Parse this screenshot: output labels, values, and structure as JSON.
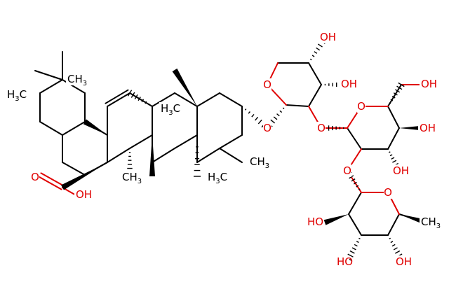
{
  "molecule": {
    "colors": {
      "carbon": "#000000",
      "oxygen": "#e00000",
      "background": "#ffffff"
    },
    "labels": [
      {
        "id": "ch3-top",
        "text": "CH",
        "sub": "3",
        "element": "C"
      },
      {
        "id": "h3c-left",
        "pre": "H",
        "presub": "3",
        "text": "C",
        "element": "C"
      },
      {
        "id": "h3c-mid",
        "pre": "H",
        "presub": "3",
        "text": "C",
        "element": "C"
      },
      {
        "id": "ch3-right",
        "text": "CH",
        "sub": "3",
        "element": "C"
      },
      {
        "id": "ch3-low",
        "text": "CH",
        "sub": "3",
        "element": "C"
      },
      {
        "id": "h3c-low",
        "pre": "H",
        "presub": "3",
        "text": "C",
        "element": "C"
      },
      {
        "id": "o-carbonyl",
        "text": "O",
        "element": "O"
      },
      {
        "id": "oh-acid",
        "text": "OH",
        "element": "O"
      },
      {
        "id": "o-link1",
        "text": "O",
        "element": "O"
      },
      {
        "id": "o-ring1",
        "text": "O",
        "element": "O"
      },
      {
        "id": "oh-top",
        "text": "OH",
        "element": "O"
      },
      {
        "id": "oh-ring1",
        "text": "OH",
        "element": "O"
      },
      {
        "id": "o-link2",
        "text": "O",
        "element": "O"
      },
      {
        "id": "o-ring2",
        "text": "O",
        "element": "O"
      },
      {
        "id": "oh-ch2",
        "text": "OH",
        "element": "O"
      },
      {
        "id": "oh-r2a",
        "text": "OH",
        "element": "O"
      },
      {
        "id": "oh-r2b",
        "text": "OH",
        "element": "O"
      },
      {
        "id": "o-link3",
        "text": "O",
        "element": "O"
      },
      {
        "id": "o-ring3",
        "text": "O",
        "element": "O"
      },
      {
        "id": "ch3-ring3",
        "text": "CH",
        "sub": "3",
        "element": "C"
      },
      {
        "id": "ho-r3a",
        "text": "HO",
        "element": "O"
      },
      {
        "id": "ho-r3b",
        "text": "HO",
        "element": "O"
      },
      {
        "id": "oh-r3c",
        "text": "OH",
        "element": "O"
      }
    ]
  }
}
